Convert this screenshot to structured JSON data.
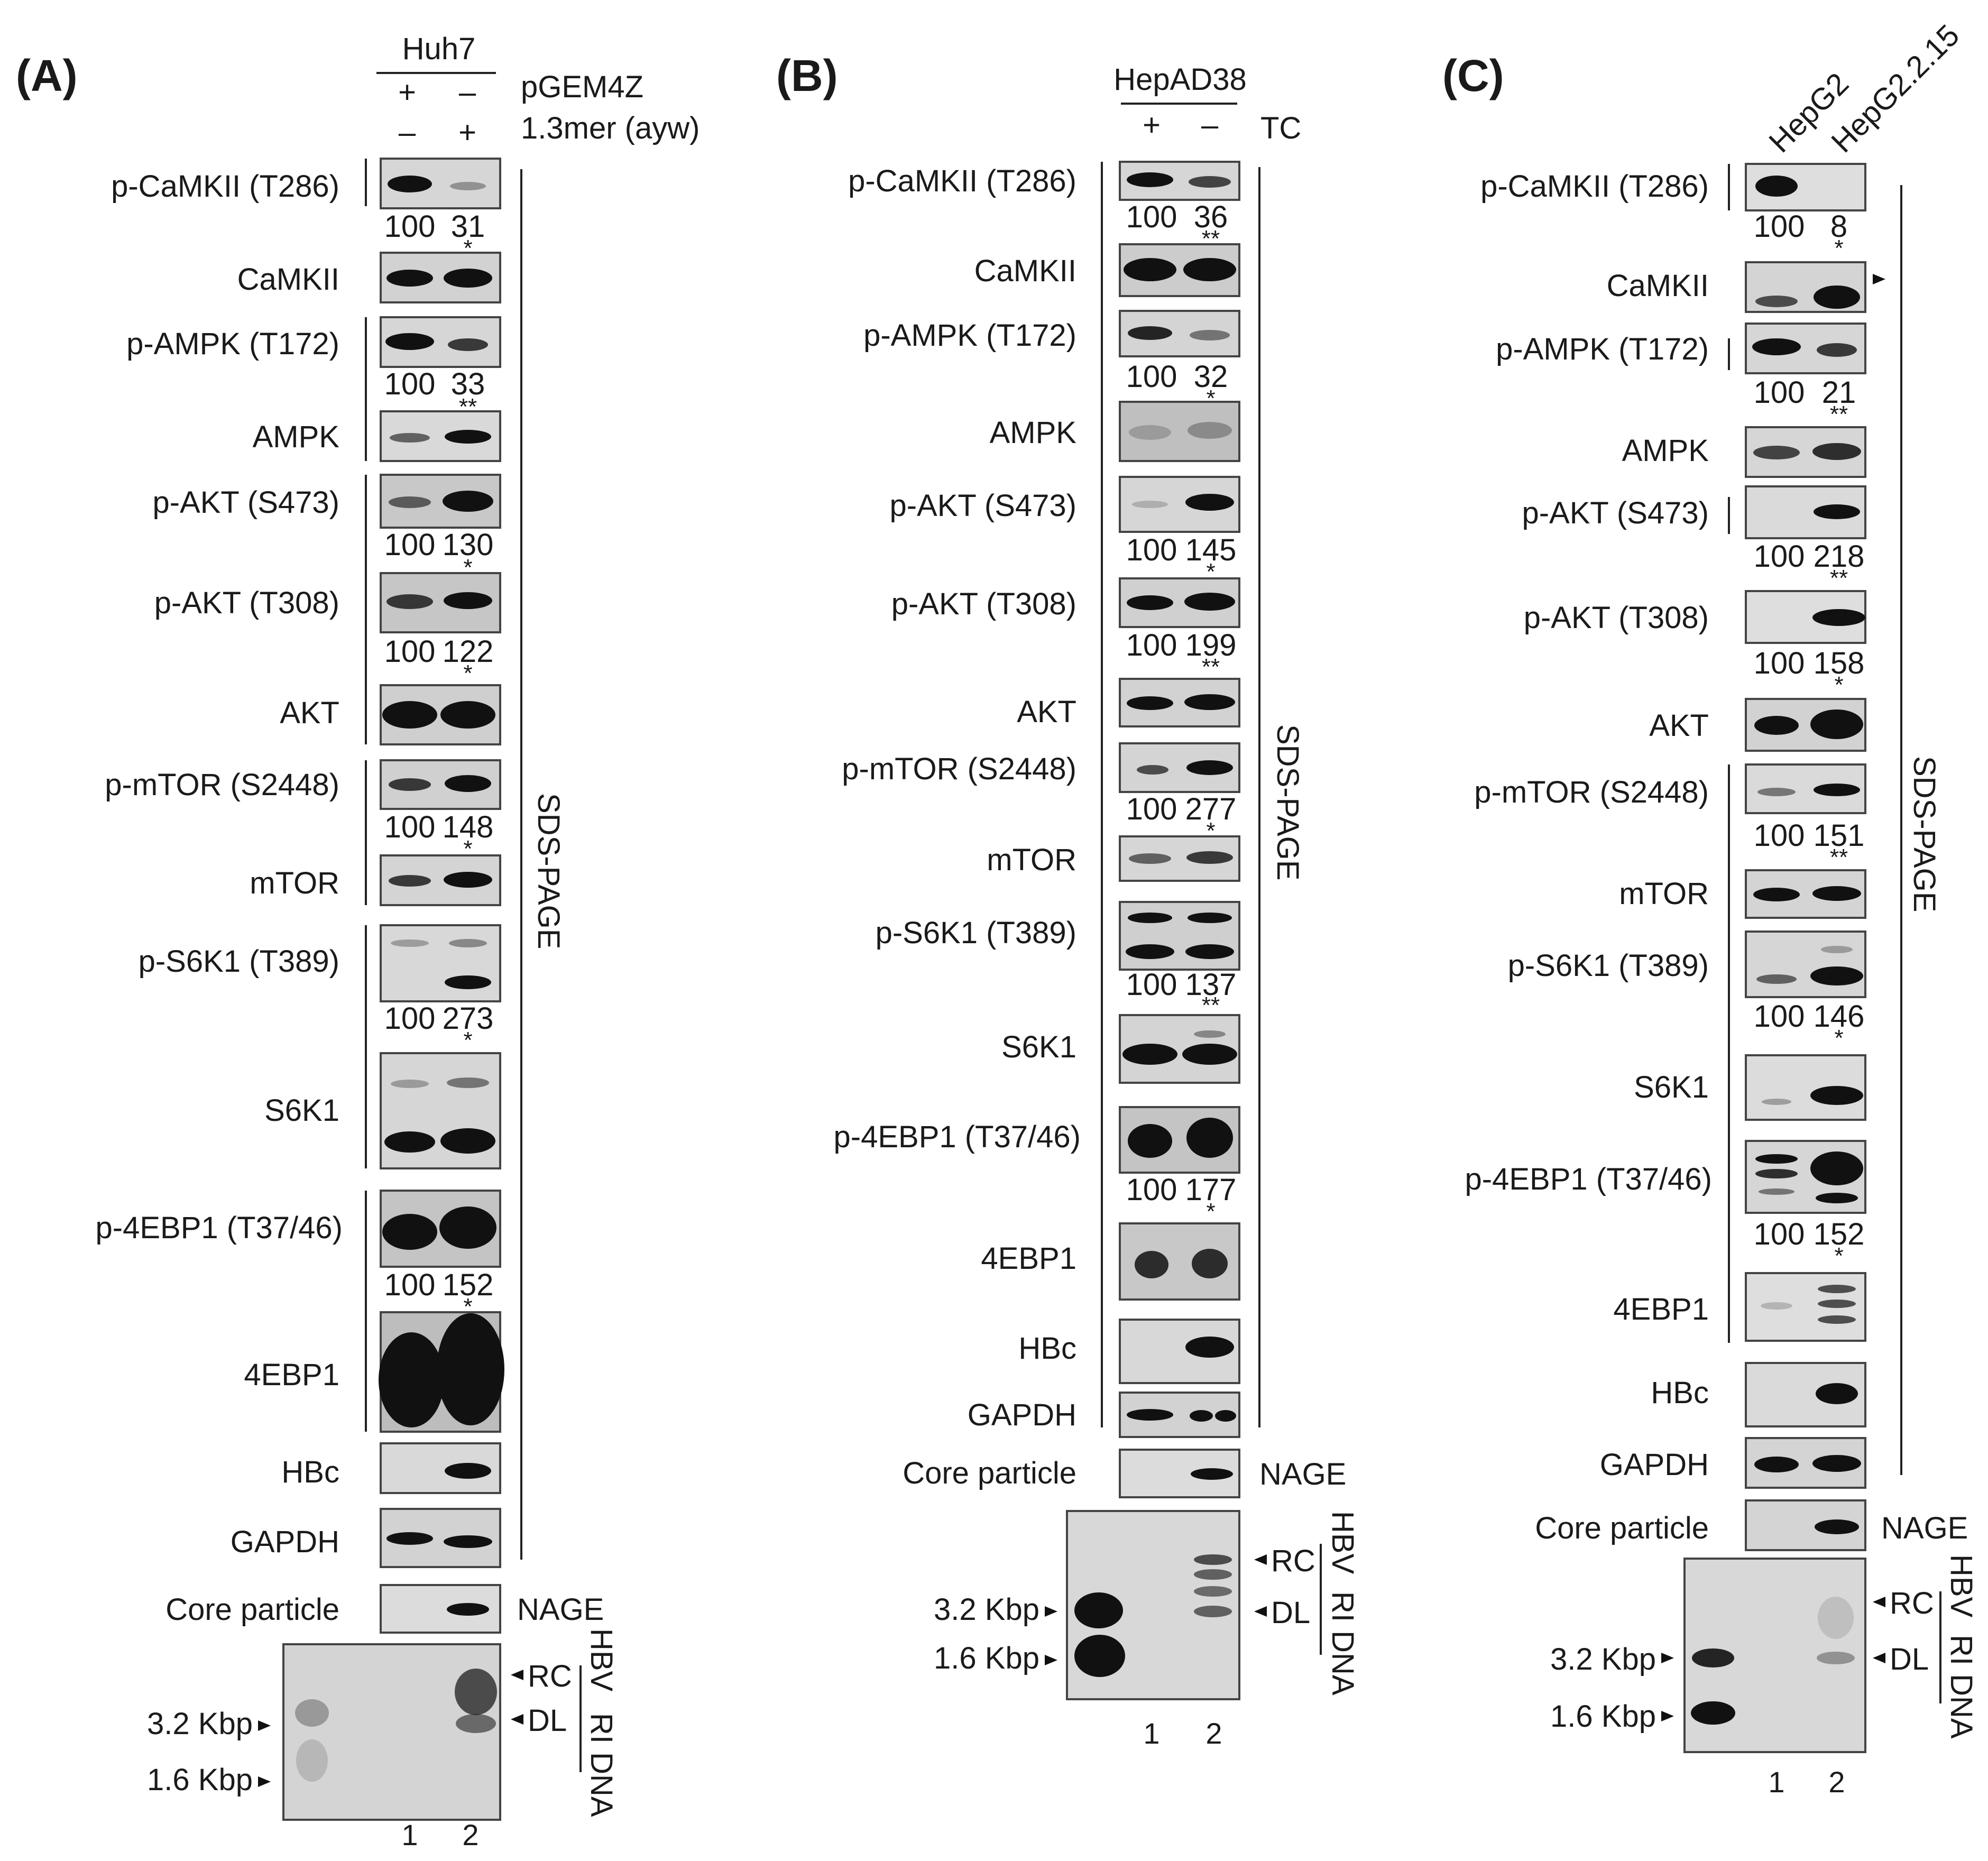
{
  "panels": [
    {
      "id": "A",
      "label": "(A)",
      "cell_line": "Huh7",
      "treatments": [
        {
          "name": "pGEM4Z",
          "signs": [
            "+",
            "–"
          ]
        },
        {
          "name": "1.3mer (ayw)",
          "signs": [
            "–",
            "+"
          ]
        }
      ],
      "blots": [
        {
          "label": "p-CaMKII (T286)",
          "quant": [
            "100",
            "31"
          ],
          "sig": "*"
        },
        {
          "label": "CaMKII"
        },
        {
          "label": "p-AMPK (T172)",
          "quant": [
            "100",
            "33"
          ],
          "sig": "**"
        },
        {
          "label": "AMPK"
        },
        {
          "label": "p-AKT (S473)",
          "quant": [
            "100",
            "130"
          ],
          "sig": "*"
        },
        {
          "label": "p-AKT (T308)",
          "quant": [
            "100",
            "122"
          ],
          "sig": "*"
        },
        {
          "label": "AKT"
        },
        {
          "label": "p-mTOR (S2448)",
          "quant": [
            "100",
            "148"
          ],
          "sig": "*"
        },
        {
          "label": "mTOR"
        },
        {
          "label": "p-S6K1 (T389)",
          "quant": [
            "100",
            "273"
          ],
          "sig": "*"
        },
        {
          "label": "S6K1"
        },
        {
          "label": "p-4EBP1 (T37/46)",
          "quant": [
            "100",
            "152"
          ],
          "sig": "*"
        },
        {
          "label": "4EBP1"
        },
        {
          "label": "HBc"
        },
        {
          "label": "GAPDH"
        },
        {
          "label": "Core particle"
        }
      ],
      "sds_label": "SDS-PAGE",
      "nage_label": "NAGE",
      "southern": {
        "markers": [
          "3.2 Kbp",
          "1.6 Kbp"
        ],
        "bands": [
          "RC",
          "DL"
        ],
        "label_lines": [
          "HBV",
          "RI DNA"
        ]
      },
      "lanes": [
        "1",
        "2"
      ]
    },
    {
      "id": "B",
      "label": "(B)",
      "cell_line": "HepAD38",
      "treatments": [
        {
          "name": "TC",
          "signs": [
            "+",
            "–"
          ]
        }
      ],
      "blots": [
        {
          "label": "p-CaMKII (T286)",
          "quant": [
            "100",
            "36"
          ],
          "sig": "**"
        },
        {
          "label": "CaMKII"
        },
        {
          "label": "p-AMPK (T172)",
          "quant": [
            "100",
            "32"
          ],
          "sig": "*"
        },
        {
          "label": "AMPK"
        },
        {
          "label": "p-AKT (S473)",
          "quant": [
            "100",
            "145"
          ],
          "sig": "*"
        },
        {
          "label": "p-AKT (T308)",
          "quant": [
            "100",
            "199"
          ],
          "sig": "**"
        },
        {
          "label": "AKT"
        },
        {
          "label": "p-mTOR (S2448)",
          "quant": [
            "100",
            "277"
          ],
          "sig": "*"
        },
        {
          "label": "mTOR"
        },
        {
          "label": "p-S6K1 (T389)",
          "quant": [
            "100",
            "137"
          ],
          "sig": "**"
        },
        {
          "label": "S6K1"
        },
        {
          "label": "p-4EBP1 (T37/46)",
          "quant": [
            "100",
            "177"
          ],
          "sig": "*"
        },
        {
          "label": "4EBP1"
        },
        {
          "label": "HBc"
        },
        {
          "label": "GAPDH"
        },
        {
          "label": "Core particle"
        }
      ],
      "sds_label": "SDS-PAGE",
      "nage_label": "NAGE",
      "southern": {
        "markers": [
          "3.2 Kbp",
          "1.6 Kbp"
        ],
        "bands": [
          "RC",
          "DL"
        ],
        "label_lines": [
          "HBV",
          "RI DNA"
        ]
      },
      "lanes": [
        "1",
        "2"
      ]
    },
    {
      "id": "C",
      "label": "(C)",
      "cell_lines": [
        "HepG2",
        "HepG2.2.15"
      ],
      "blots": [
        {
          "label": "p-CaMKII (T286)",
          "quant": [
            "100",
            "8"
          ],
          "sig": "*"
        },
        {
          "label": "CaMKII"
        },
        {
          "label": "p-AMPK (T172)",
          "quant": [
            "100",
            "21"
          ],
          "sig": "**"
        },
        {
          "label": "AMPK"
        },
        {
          "label": "p-AKT (S473)",
          "quant": [
            "100",
            "218"
          ],
          "sig": "**"
        },
        {
          "label": "p-AKT (T308)",
          "quant": [
            "100",
            "158"
          ],
          "sig": "*"
        },
        {
          "label": "AKT"
        },
        {
          "label": "p-mTOR (S2448)",
          "quant": [
            "100",
            "151"
          ],
          "sig": "**"
        },
        {
          "label": "mTOR"
        },
        {
          "label": "p-S6K1 (T389)",
          "quant": [
            "100",
            "146"
          ],
          "sig": "*"
        },
        {
          "label": "S6K1"
        },
        {
          "label": "p-4EBP1 (T37/46)",
          "quant": [
            "100",
            "152"
          ],
          "sig": "*"
        },
        {
          "label": "4EBP1"
        },
        {
          "label": "HBc"
        },
        {
          "label": "GAPDH"
        },
        {
          "label": "Core particle"
        }
      ],
      "sds_label": "SDS-PAGE",
      "nage_label": "NAGE",
      "southern": {
        "markers": [
          "3.2 Kbp",
          "1.6 Kbp"
        ],
        "bands": [
          "RC",
          "DL"
        ],
        "label_lines": [
          "HBV",
          "RI DNA"
        ]
      },
      "lanes": [
        "1",
        "2"
      ]
    }
  ]
}
